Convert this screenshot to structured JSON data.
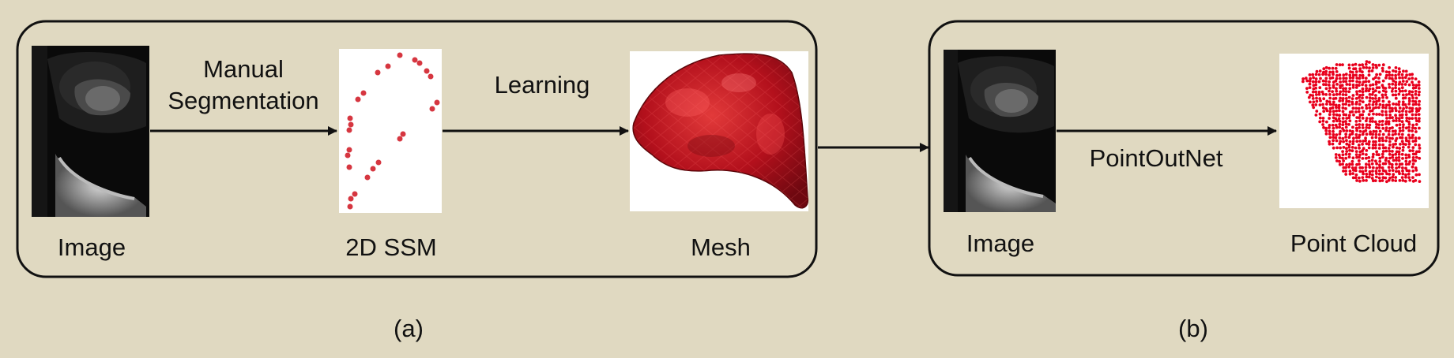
{
  "panel_a": {
    "image_label": "Image",
    "arrow1_label_line1": "Manual",
    "arrow1_label_line2": "Segmentation",
    "ssm_label": "2D SSM",
    "arrow2_label": "Learning",
    "mesh_label": "Mesh",
    "caption": "(a)"
  },
  "panel_b": {
    "image_label": "Image",
    "arrow_label": "PointOutNet",
    "cloud_label": "Point Cloud",
    "caption": "(b)"
  },
  "colors": {
    "background": "#e0d9c1",
    "frame": "#111111",
    "point_red": "#e8001c",
    "mesh_red": "#b3101c"
  },
  "icons": [
    "mri-image",
    "ssm-points",
    "mesh-3d",
    "point-cloud"
  ]
}
